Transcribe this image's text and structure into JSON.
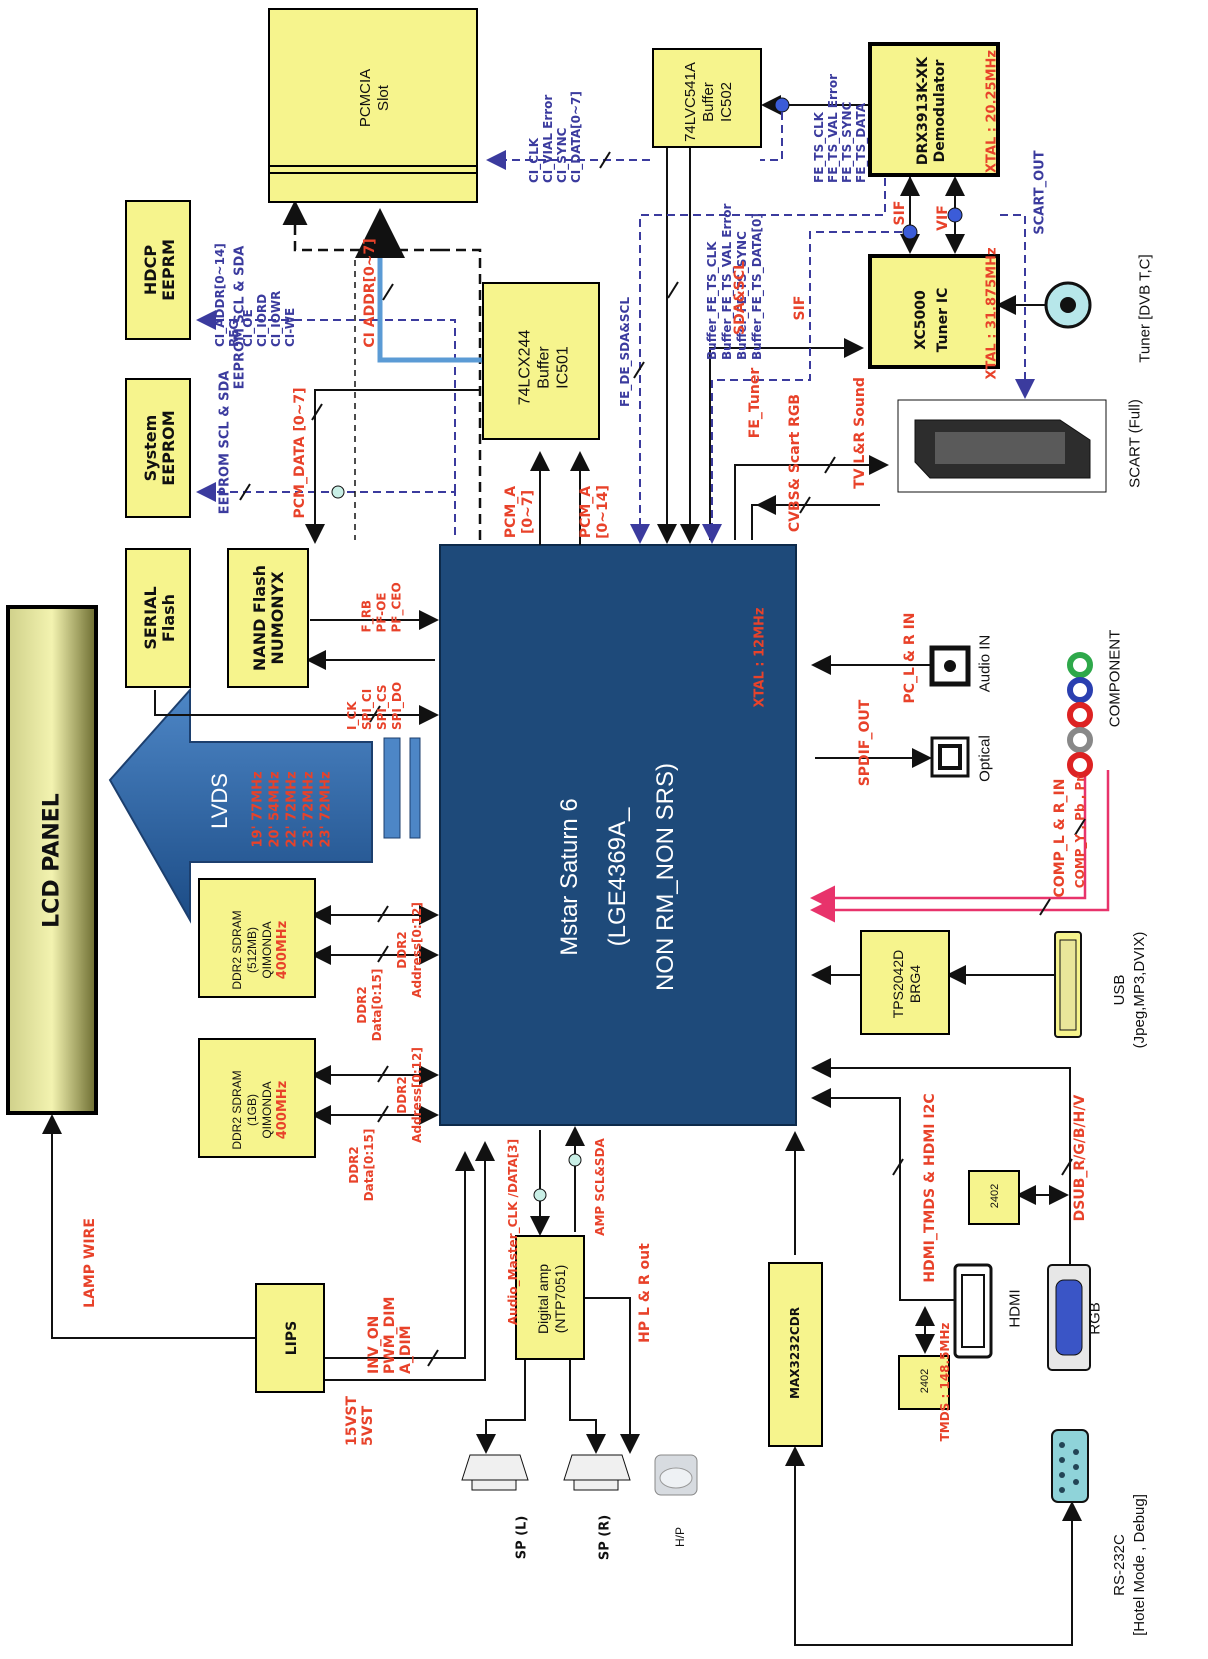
{
  "blocks": {
    "lcd_panel": "LCD PANEL",
    "serial_flash": [
      "SERIAL",
      "Flash"
    ],
    "nand_flash": [
      "NAND Flash",
      "NUMONYX"
    ],
    "system_eeprom": [
      "System",
      "EEPROM"
    ],
    "hdcp_eeprom": [
      "HDCP",
      "EEPRM"
    ],
    "pcmcia": [
      "PCMCIA",
      "Slot"
    ],
    "buffer_ic501": [
      "74LCX244",
      "Buffer",
      "IC501"
    ],
    "buffer_ic502": [
      "74LVC541A",
      "Buffer",
      "IC502"
    ],
    "demod": [
      "DRX3913K-XK",
      "Demodulator"
    ],
    "demod_xtal": "XTAL : 20.25MHz",
    "tuner": [
      "XC5000",
      "Tuner IC"
    ],
    "tuner_xtal": "XTAL : 31.875MHz",
    "scart": "SCART (Full)",
    "tuner_caption": "Tuner [DVB T,C]",
    "mstar": [
      "Mstar Saturn 6",
      "(LGE4369A_",
      "NON RM_NON SRS)"
    ],
    "mstar_xtal": "XTAL : 12MHz",
    "lvds": "LVDS",
    "lvds_freq": [
      "19' 77MHz",
      "20' 54MHz",
      "22' 72MHz",
      "23' 72MHz",
      "23' 72MHz"
    ],
    "ddr_512": [
      "DDR2 SDRAM",
      "(512MB)",
      "QIMONDA"
    ],
    "ddr_1g": [
      "DDR2 SDRAM",
      "(1GB)",
      "QIMONDA"
    ],
    "ddr_freq": "400MHz",
    "lips": "LIPS",
    "digital_amp": [
      "Digital amp",
      "(NTP7051)"
    ],
    "max3232": "MAX3232CDR",
    "tps2042": [
      "TPS2042D",
      "BRG4"
    ],
    "edid_2402": "2402",
    "sp_l": "SP (L)",
    "sp_r": "SP (R)",
    "hp": "H/P"
  },
  "connectors": {
    "audio_in": "Audio IN",
    "optical": "Optical",
    "component": "COMPONENT",
    "usb": [
      "USB",
      "(Jpeg,MP3,DVIX)"
    ],
    "hdmi": "HDMI",
    "rgb": "RGB",
    "rs232": [
      "RS-232C",
      "[Hotel Mode , Debug]"
    ]
  },
  "signals": {
    "ci_group1": [
      "CI_CLK",
      "CI_VIAL Error",
      "CI_SYNC",
      "CI_DATA[0~7]"
    ],
    "fe_ts": [
      "FE_TS_CLK",
      "FE_TS_VAL Error",
      "FE_TS_SYNC",
      "FE_TS_DATA"
    ],
    "buffer_fe": [
      "Buffer_FE_TS_CLK",
      "Buffer_FE_TS_VAL Error",
      "Buffer_FE_TS_SYNC",
      "Buffer_FE_TS_DATA[0]"
    ],
    "ci_ctrl": [
      "CI_ADDR[0~14]",
      "REG",
      "CI_OE",
      "CI_IORD",
      "CI_IOWR",
      "CI-WE"
    ],
    "ci_addr": "CI ADDR[0~7]",
    "eeprom_scl_sda_1": "EEPROM SCL & SDA",
    "eeprom_scl_sda_2": "EEPROM SCL & SDA",
    "pcm_data": "PCM_DATA [0~7]",
    "pcm_a_7": [
      "PCM_A",
      "[0~7]"
    ],
    "pcm_a_14": [
      "PCM_A",
      "[0~14]"
    ],
    "fe_de": "FE_DE_SDA&SCL",
    "sdascl": "SDA&SCL",
    "fe_tuner": "FE_Tuner",
    "sif": "SIF",
    "sif2": "SIF",
    "vif": "VIF",
    "scart_out": "SCART_OUT",
    "cvbs": "CVBS& Scart RGB",
    "tv_lr": "TV L&R Sound",
    "nand_sig1": [
      "F_RB",
      "PF-OE",
      "PF_CEO"
    ],
    "nand_sig2": [
      "I_CK",
      "SPI_CI",
      "SPI_CS",
      "SPI_DO"
    ],
    "pc_lr": "PC_L & R IN",
    "spdif": "SPDIF_OUT",
    "comp_lr": "COMP_L & R_IN",
    "comp_ypbpr": "COMP_Y , Pb , Pr",
    "hdmi_tmds": "HDMI_TMDS & HDMI I2C",
    "tmds_freq": "TMDS : 148.5MHz",
    "dsub": "DSUB_R/G/B/H/V",
    "ddr2_data": [
      "DDR2",
      "Data[0:15]"
    ],
    "ddr2_addr": [
      "DDR2",
      "Address[0:12]"
    ],
    "audio_master": "Audio_Master_CLK /DATA[3]",
    "amp_scl": "AMP SCL&SDA",
    "hp_out": "HP L & R out",
    "lips_sig": [
      "INV_ON",
      "PWM_DIM",
      "A_DIM"
    ],
    "power": [
      "15VST",
      "5VST"
    ],
    "lamp_wire": "LAMP WIRE"
  },
  "colors": {
    "block_fill": "#f6f48d",
    "mstar_fill": "#1e4a7a",
    "label_red": "#e8422a",
    "label_blue": "#3b3b9e",
    "arrow_blue": "#5b9bd5",
    "comp_pink": "#e8336b"
  }
}
